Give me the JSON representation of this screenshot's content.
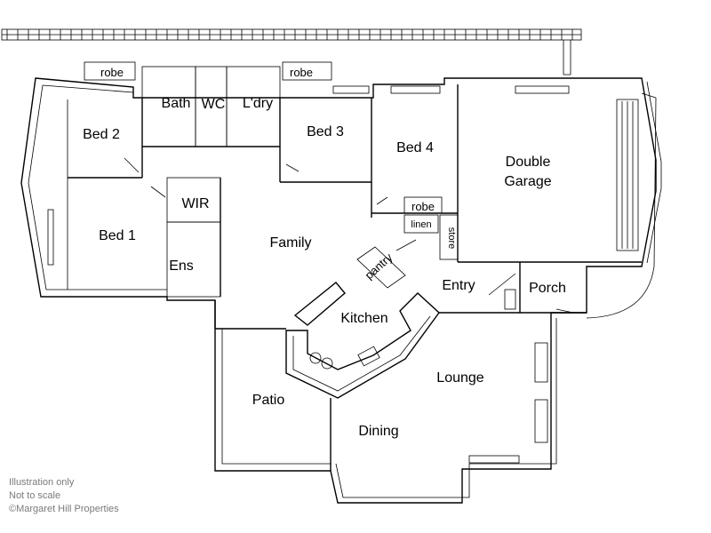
{
  "rooms": {
    "bed1": "Bed 1",
    "bed2": "Bed 2",
    "bed3": "Bed 3",
    "bed4": "Bed 4",
    "bath": "Bath",
    "wc": "WC",
    "laundry": "L'dry",
    "wir": "WIR",
    "ensuite": "Ens",
    "family": "Family",
    "kitchen": "Kitchen",
    "pantry": "pantry",
    "entry": "Entry",
    "porch": "Porch",
    "garage_line1": "Double",
    "garage_line2": "Garage",
    "lounge": "Lounge",
    "dining": "Dining",
    "patio": "Patio",
    "robe_left": "robe",
    "robe_mid": "robe",
    "robe_bed4": "robe",
    "linen": "linen",
    "store": "store"
  },
  "notes": {
    "line1": "Illustration only",
    "line2": "Not to scale",
    "line3": "©Margaret Hill Properties"
  }
}
